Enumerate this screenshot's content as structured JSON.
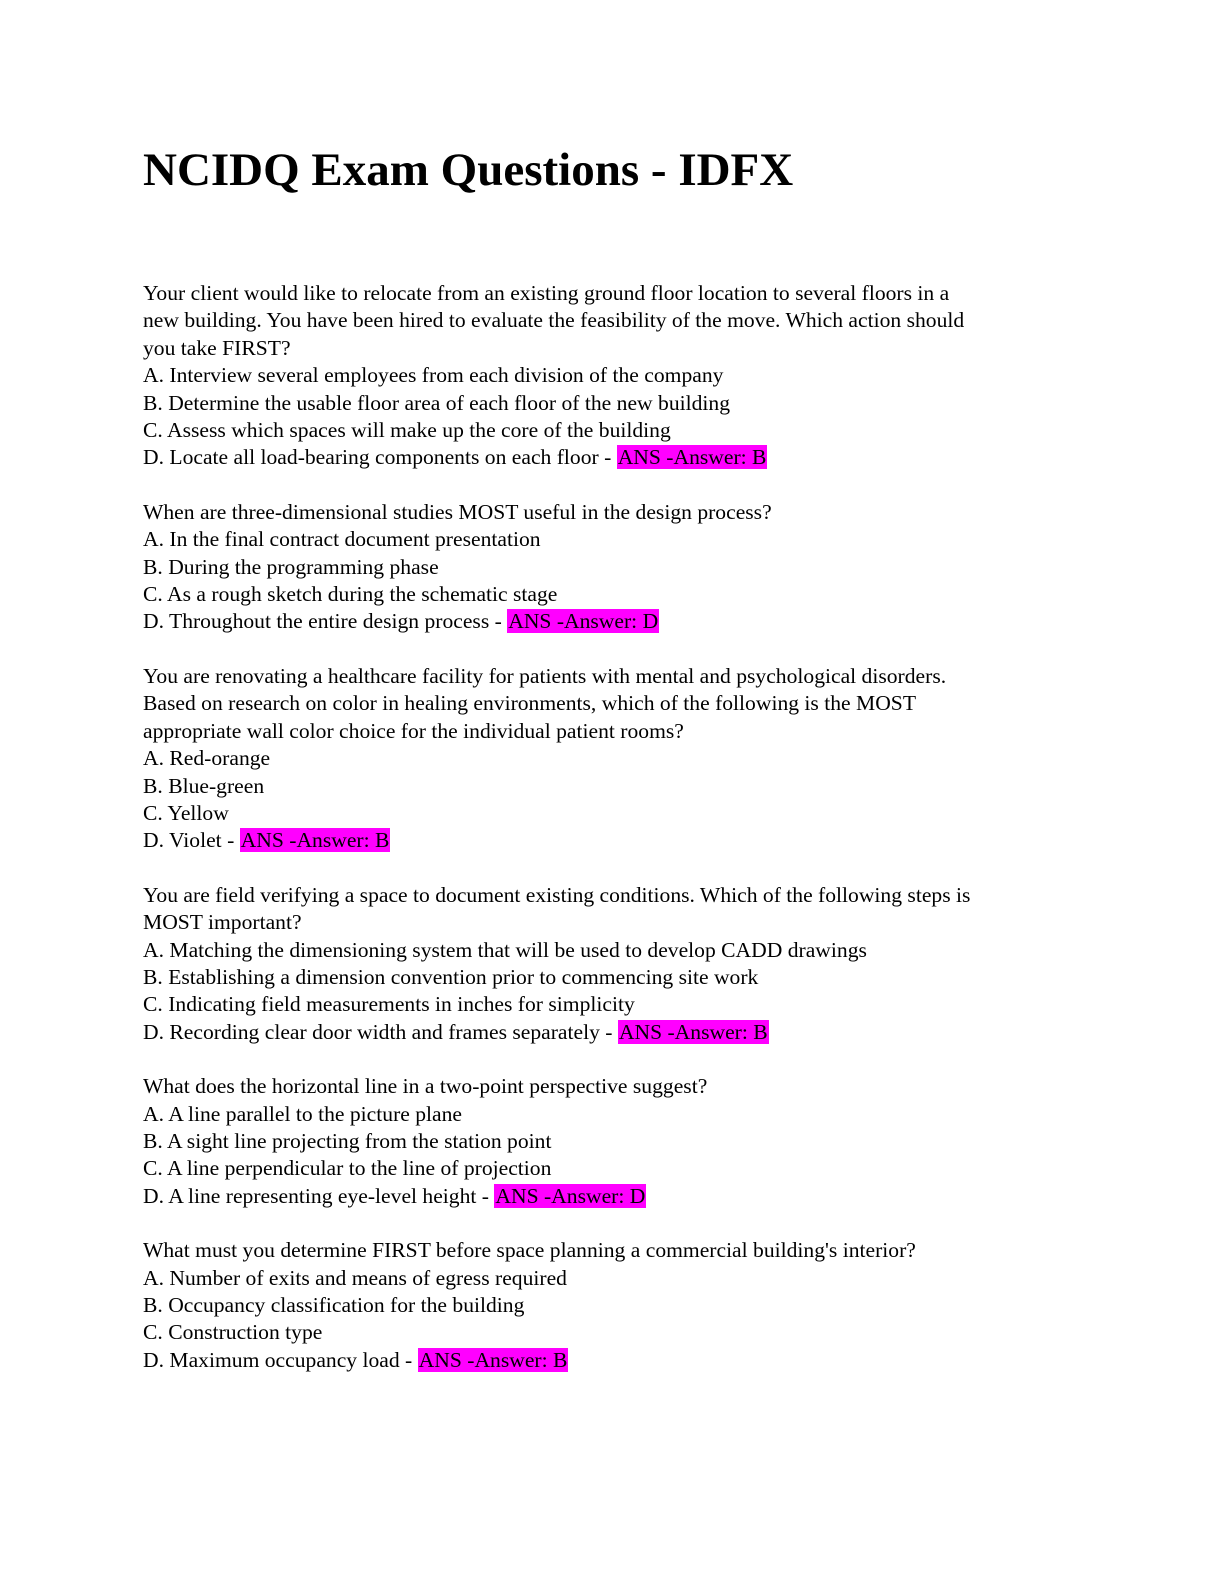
{
  "title": "NCIDQ Exam Questions - IDFX",
  "questions": [
    {
      "stem": [
        "Your client would like to relocate from an existing ground floor location to several floors in a",
        "new building. You have been hired to evaluate the feasibility of the move. Which action should",
        "you take FIRST?"
      ],
      "options": [
        "A. Interview several employees from each division of the company",
        "B. Determine the usable floor area of each floor of the new building",
        "C. Assess which spaces will make up the core of the building",
        "D. Locate all load-bearing components on each floor - "
      ],
      "answer": "ANS -Answer: B"
    },
    {
      "stem": [
        "When are three-dimensional studies MOST useful in the design process?"
      ],
      "options": [
        "A. In the final contract document presentation",
        "B. During the programming phase",
        "C. As a rough sketch during the schematic stage",
        "D. Throughout the entire design process - "
      ],
      "answer": "ANS -Answer: D"
    },
    {
      "stem": [
        "You are renovating a healthcare facility for patients with mental and psychological disorders.",
        "Based on research on color in healing environments, which of the following is the MOST",
        "appropriate wall color choice for the individual patient rooms?"
      ],
      "options": [
        "A. Red-orange",
        "B. Blue-green",
        "C. Yellow",
        "D. Violet - "
      ],
      "answer": "ANS -Answer: B"
    },
    {
      "stem": [
        "You are field verifying a space to document existing conditions. Which of the following steps is",
        "MOST important?"
      ],
      "options": [
        "A. Matching the dimensioning system that will be used to develop CADD drawings",
        "B. Establishing a dimension convention prior to commencing site work",
        "C. Indicating field measurements in inches for simplicity",
        "D. Recording clear door width and frames separately - "
      ],
      "answer": "ANS -Answer: B"
    },
    {
      "stem": [
        "What does the horizontal line in a two-point perspective suggest?"
      ],
      "options": [
        "A. A line parallel to the picture plane",
        "B. A sight line projecting from the station point",
        "C. A line perpendicular to the line of projection",
        "D. A line representing eye-level height - "
      ],
      "answer": "ANS -Answer: D"
    },
    {
      "stem": [
        "What must you determine FIRST before space planning a commercial building's interior?"
      ],
      "options": [
        "A. Number of exits and means of egress required",
        "B. Occupancy classification for the building",
        "C. Construction type",
        "D. Maximum occupancy load - "
      ],
      "answer": "ANS -Answer: B"
    }
  ],
  "colors": {
    "highlight": "#ff00ff"
  }
}
